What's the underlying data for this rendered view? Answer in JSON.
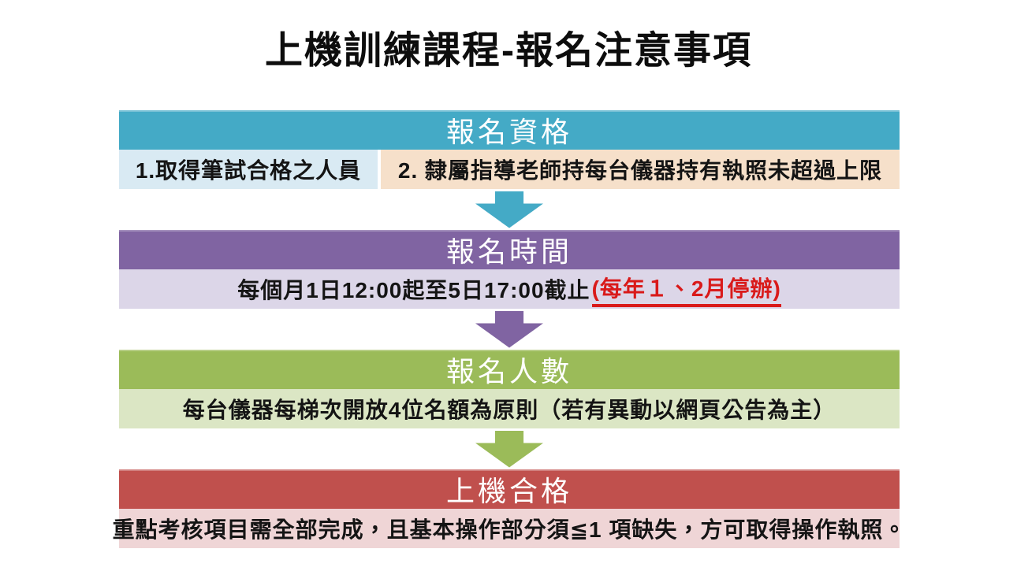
{
  "title": "上機訓練課程-報名注意事項",
  "sections": [
    {
      "header": "報名資格",
      "header_bg": "#44AAC6",
      "items": [
        {
          "text": "1.取得筆試合格之人員",
          "bg": "#D9EAF3"
        },
        {
          "text": "2. 隸屬指導老師持每台儀器持有執照未超過上限",
          "bg": "#F6E0CA"
        }
      ],
      "arrow_color": "#44AAC6"
    },
    {
      "header": "報名時間",
      "header_bg": "#8064A2",
      "body": {
        "bg": "#DCD6E8",
        "text_black": "每個月1日12:00起至5日17:00截止",
        "text_red": "(每年１、2月停辦)",
        "red_color": "#D91A1A"
      },
      "arrow_color": "#8064A2"
    },
    {
      "header": "報名人數",
      "header_bg": "#9BBB59",
      "body": {
        "bg": "#DBE6C4",
        "text": "每台儀器每梯次開放4位名額為原則（若有異動以網頁公告為主）"
      },
      "arrow_color": "#9BBB59"
    },
    {
      "header": "上機合格",
      "header_bg": "#C0504D",
      "body": {
        "bg": "#EFD5D6",
        "text": "重點考核項目需全部完成，且基本操作部分須≦1 項缺失，方可取得操作執照。"
      }
    }
  ]
}
